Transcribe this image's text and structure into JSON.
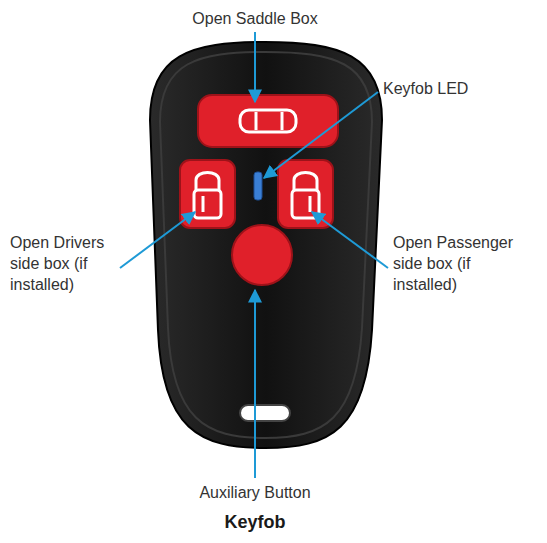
{
  "diagram": {
    "caption": "Keyfob",
    "labels": [
      "Open Saddle Box",
      "Keyfob LED",
      "Open Drivers side box (if installed)",
      "Open Passenger side box (if installed)",
      "Auxiliary Button"
    ]
  }
}
